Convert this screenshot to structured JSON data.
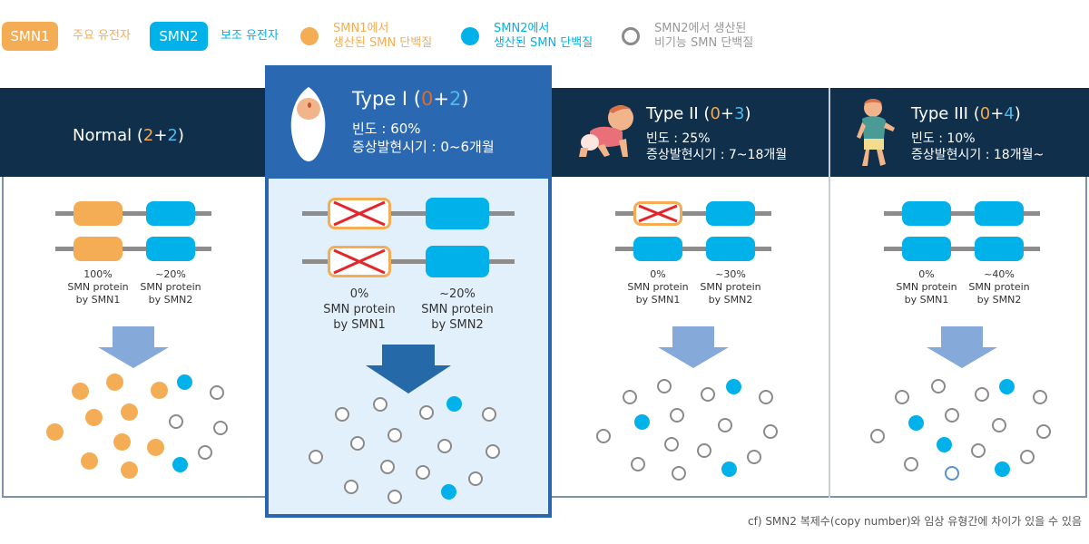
{
  "legend": {
    "smn1_chip": "SMN1",
    "smn1_desc": "주요 유전자",
    "smn2_chip": "SMN2",
    "smn2_desc": "보조 유전자",
    "orange_dot_line1": "SMN1에서",
    "orange_dot_line2": "생산된 SMN 단백질",
    "blue_dot_line1": "SMN2에서",
    "blue_dot_line2": "생산된 SMN 단백질",
    "empty_dot_line1": "SMN2에서 생산된",
    "empty_dot_line2": "비기능 SMN 단백질",
    "colors": {
      "smn1": "#f5ad55",
      "smn2": "#00b1ea",
      "nonfunctional": "#8a8a8a"
    }
  },
  "panels": [
    {
      "id": "normal",
      "title": "Normal",
      "paren_open": " (",
      "smn1_copies": "2",
      "plus": "+",
      "smn2_copies": "2",
      "paren_close": ")",
      "smn1_label": [
        "100%",
        "SMN protein",
        "by SMN1"
      ],
      "smn2_label": [
        "~20%",
        "SMN protein",
        "by SMN2"
      ]
    },
    {
      "id": "type1",
      "title": "Type I",
      "paren_open": " (",
      "smn1_copies": "0",
      "plus": "+",
      "smn2_copies": "2",
      "paren_close": ")",
      "frequency": "빈도 : 60%",
      "onset": "증상발현시기 : 0~6개월",
      "smn1_label": [
        "0%",
        "SMN protein",
        "by SMN1"
      ],
      "smn2_label": [
        "~20%",
        "SMN protein",
        "by SMN2"
      ]
    },
    {
      "id": "type2",
      "title": "Type II",
      "paren_open": " (",
      "smn1_copies": "0",
      "plus": "+",
      "smn2_copies": "3",
      "paren_close": ")",
      "frequency": "빈도 : 25%",
      "onset": "증상발현시기 : 7~18개월",
      "smn1_label": [
        "0%",
        "SMN protein",
        "by SMN1"
      ],
      "smn2_label": [
        "~30%",
        "SMN protein",
        "by SMN2"
      ]
    },
    {
      "id": "type3",
      "title": "Type III",
      "paren_open": " (",
      "smn1_copies": "0",
      "plus": "+",
      "smn2_copies": "4",
      "paren_close": ")",
      "frequency": "빈도 : 10%",
      "onset": "증상발현시기 : 18개월~",
      "smn1_label": [
        "0%",
        "SMN protein",
        "by SMN1"
      ],
      "smn2_label": [
        "~40%",
        "SMN protein",
        "by SMN2"
      ]
    }
  ],
  "footnote": "cf) SMN2 복제수(copy number)와 임상 유형간에 차이가 있을 수 있음"
}
